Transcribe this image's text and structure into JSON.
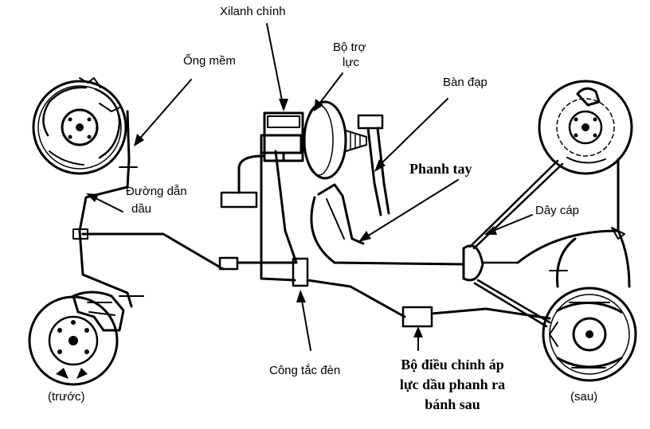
{
  "labels": {
    "master_cylinder": "Xilanh chính",
    "booster_line1": "Bộ trợ",
    "booster_line2": "lực",
    "pedal": "Bàn đạp",
    "hose": "Ống mềm",
    "handbrake": "Phanh tay",
    "oil_line1": "Đường dẫn",
    "oil_line2": "dầu",
    "cable": "Dây cáp",
    "light_switch": "Công tắc đèn",
    "regulator_line1": "Bộ điều chỉnh áp",
    "regulator_line2": "lực dầu phanh ra",
    "regulator_line3": "bánh sau",
    "front": "(trước)",
    "rear": "(sau)"
  }
}
